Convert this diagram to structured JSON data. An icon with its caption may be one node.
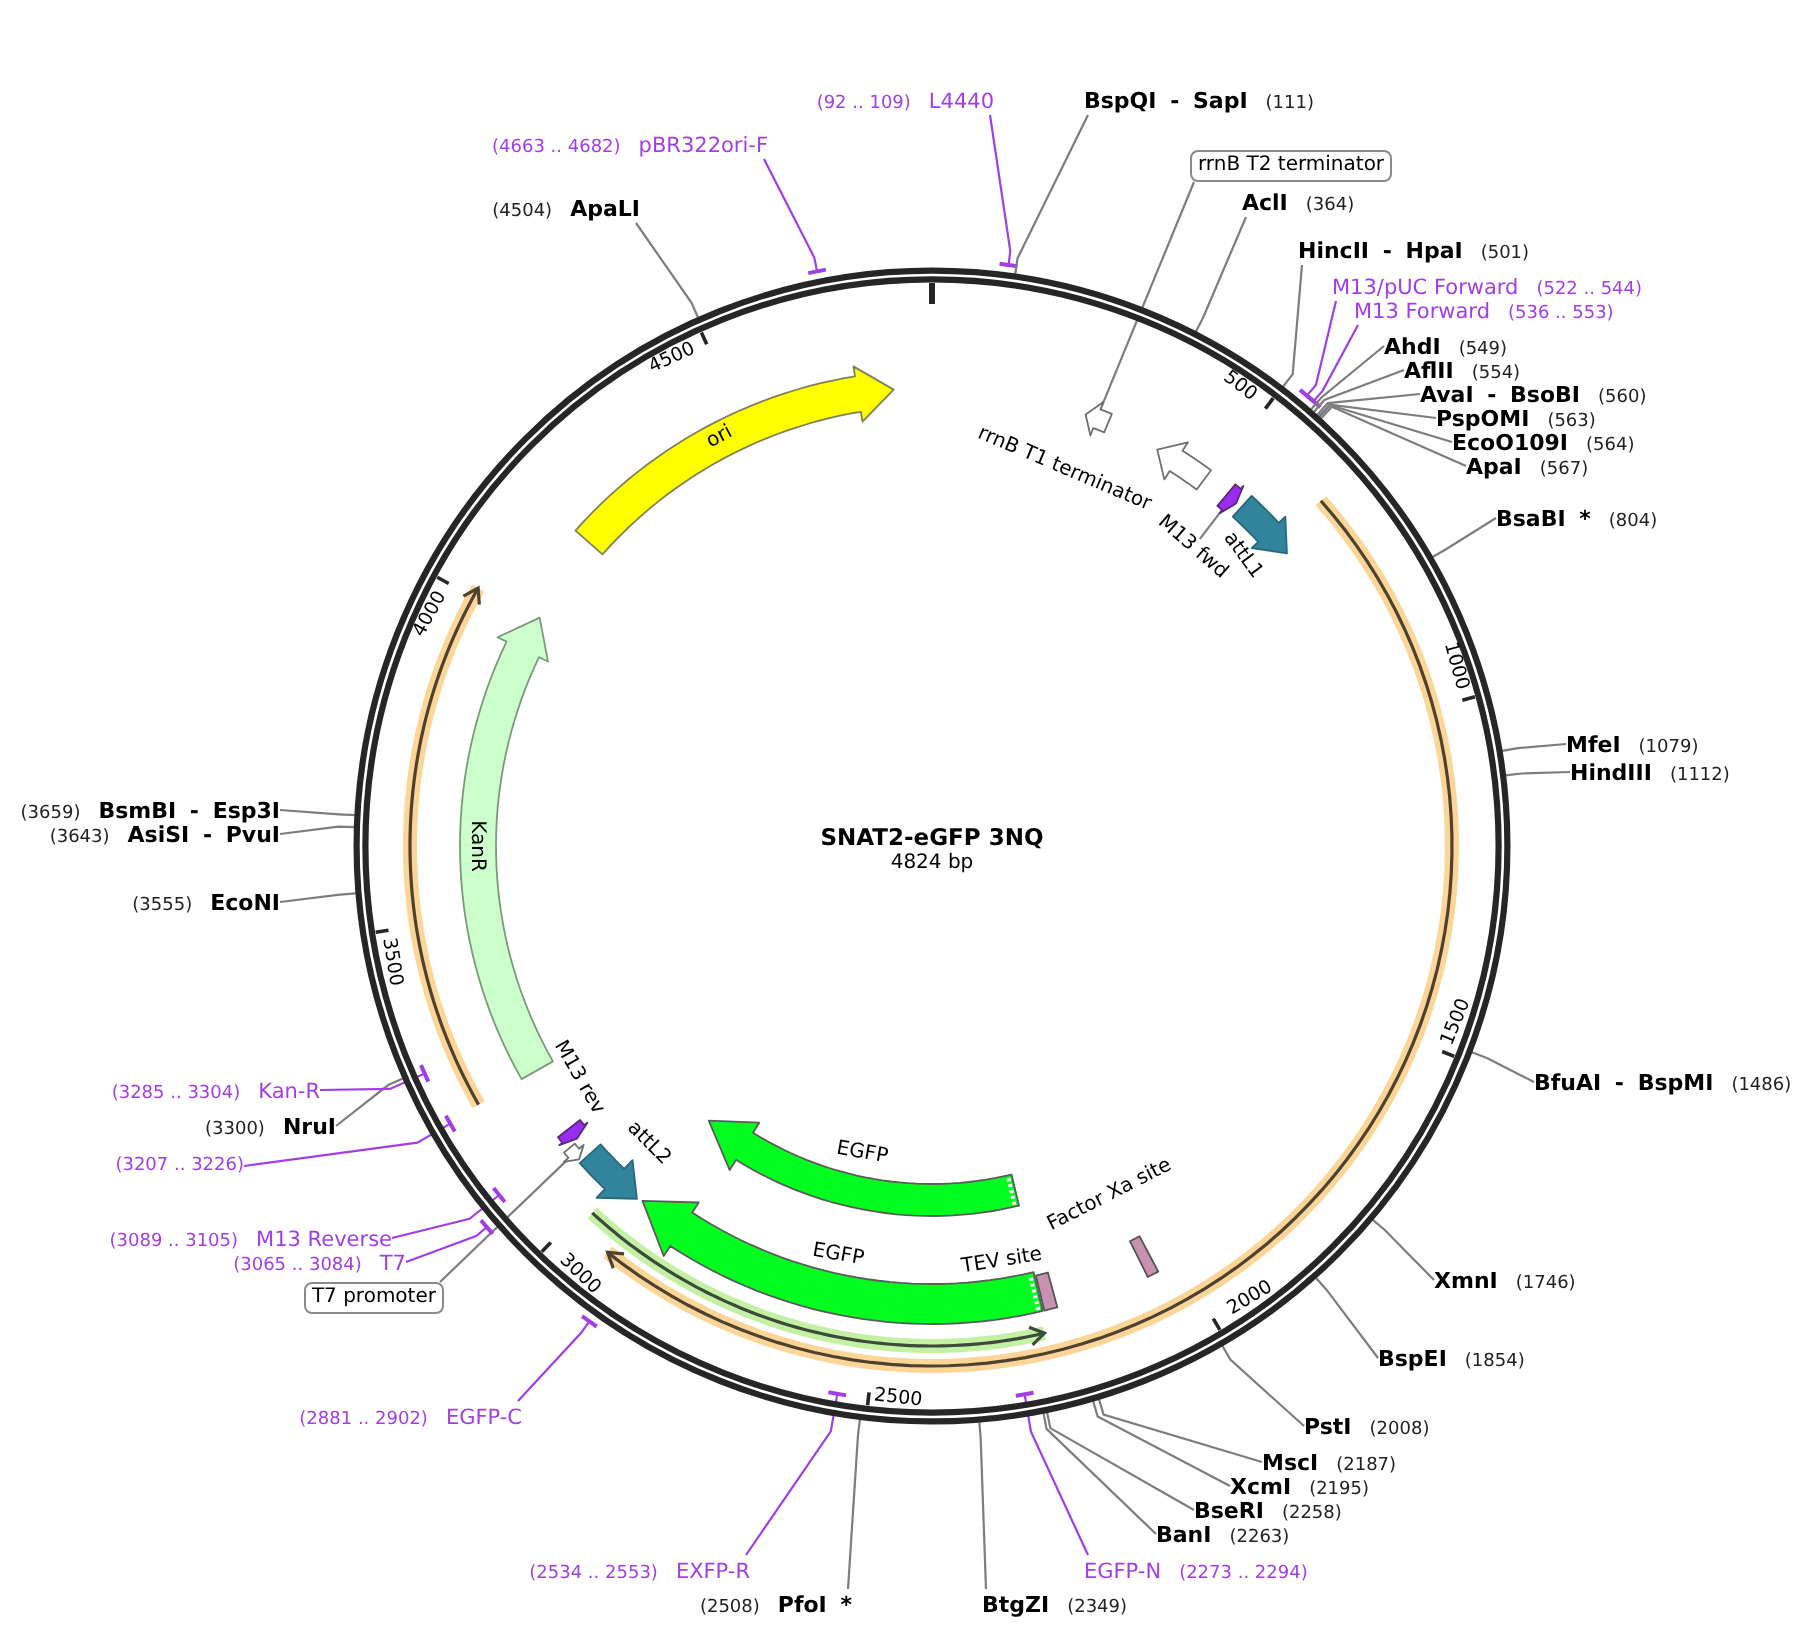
{
  "diagram": {
    "nodes": [
      {
        "text": [
          "SNAT2-eGFP 3NQ",
          "4824 bp"
        ]
      },
      {
        "text": [
          "(92 .. 109)",
          "L4440"
        ]
      },
      {
        "text": [
          "BspQI - SapI",
          "(111)"
        ]
      },
      {
        "text": [
          "rrnB T2 terminator"
        ]
      },
      {
        "text": [
          "AclI",
          "(364)"
        ]
      },
      {
        "text": [
          "HincII - HpaI",
          "(501)"
        ]
      },
      {
        "text": [
          "M13/pUC Forward",
          "(522 .. 544)"
        ]
      },
      {
        "text": [
          "M13 Forward",
          "(536 .. 553)"
        ]
      },
      {
        "text": [
          "AhdI",
          "(549)"
        ]
      },
      {
        "text": [
          "AflII",
          "(554)"
        ]
      },
      {
        "text": [
          "AvaI - BsoBI",
          "(560)"
        ]
      },
      {
        "text": [
          "PspOMI",
          "(563)"
        ]
      },
      {
        "text": [
          "EcoO109I",
          "(564)"
        ]
      },
      {
        "text": [
          "ApaI",
          "(567)"
        ]
      },
      {
        "text": [
          "BsaBI *",
          "(804)"
        ]
      },
      {
        "text": [
          "MfeI",
          "(1079)"
        ]
      },
      {
        "text": [
          "HindIII",
          "(1112)"
        ]
      },
      {
        "text": [
          "BfuAI - BspMI",
          "(1486)"
        ]
      },
      {
        "text": [
          "XmnI",
          "(1746)"
        ]
      },
      {
        "text": [
          "BspEI",
          "(1854)"
        ]
      },
      {
        "text": [
          "PstI",
          "(2008)"
        ]
      },
      {
        "text": [
          "MscI",
          "(2187)"
        ]
      },
      {
        "text": [
          "XcmI",
          "(2195)"
        ]
      },
      {
        "text": [
          "BseRI",
          "(2258)"
        ]
      },
      {
        "text": [
          "BanI",
          "(2263)"
        ]
      },
      {
        "text": [
          "EGFP-N",
          "(2273 .. 2294)"
        ]
      },
      {
        "text": [
          "BtgZI",
          "(2349)"
        ]
      },
      {
        "text": [
          "(2508)",
          "PfoI *"
        ]
      },
      {
        "text": [
          "(2534 .. 2553)",
          "EXFP-R"
        ]
      },
      {
        "text": [
          "(2881 .. 2902)",
          "EGFP-C"
        ]
      },
      {
        "text": [
          "T7 promoter"
        ]
      },
      {
        "text": [
          "(3065 .. 3084)",
          "T7"
        ]
      },
      {
        "text": [
          "(3089 .. 3105)",
          "M13 Reverse"
        ]
      },
      {
        "text": [
          "(3207 .. 3226)"
        ]
      },
      {
        "text": [
          "(3300)",
          "NruI"
        ]
      },
      {
        "text": [
          "(3285 .. 3304)",
          "Kan-R"
        ]
      },
      {
        "text": [
          "(3555)",
          "EcoNI"
        ]
      },
      {
        "text": [
          "(3643)",
          "AsiSI - PvuI"
        ]
      },
      {
        "text": [
          "(3659)",
          "BsmBI - Esp3I"
        ]
      },
      {
        "text": [
          "(4504)",
          "ApaLI"
        ]
      },
      {
        "text": [
          "(4663 .. 4682)",
          "pBR322ori-F"
        ]
      },
      {
        "text": [
          "ori"
        ],
        "in": 0
      },
      {
        "text": [],
        "shape": "arrow",
        "in": 0
      },
      {
        "text": [],
        "shape": "arrow",
        "in": 0,
        "beside": [
          "rrnB T1 terminator"
        ]
      },
      {
        "text": [],
        "shape": "arrow",
        "in": 0
      },
      {
        "text": [
          "M13 fwd"
        ],
        "in": 0
      },
      {
        "text": [],
        "shape": "arrow",
        "in": 0,
        "beside": [
          "attL1"
        ]
      },
      {
        "text": [
          "KanR"
        ],
        "in": 0
      },
      {
        "text": [],
        "shape": "arrow",
        "in": 0,
        "beside": [
          "M13 rev"
        ]
      },
      {
        "text": [],
        "shape": "arrow",
        "in": 0
      },
      {
        "text": [],
        "shape": "arrow",
        "in": 0,
        "beside": [
          "attL2"
        ]
      },
      {
        "text": [],
        "shape": "arrow",
        "in": 0,
        "beside": [
          "EGFP"
        ]
      },
      {
        "text": [],
        "shape": "arrow",
        "in": 0,
        "beside": [
          "EGFP"
        ]
      },
      {
        "text": [],
        "shape": "box",
        "in": 0,
        "beside": [
          "TEV site"
        ]
      },
      {
        "text": [],
        "shape": "box",
        "in": 0,
        "beside": [
          "Factor Xa site"
        ]
      }
    ],
    "edges": [
      {
        "from": 1,
        "to": 0,
        "arrow": "other",
        "color": "#a13ee8"
      },
      {
        "from": 2,
        "to": 0,
        "arrow": "none"
      },
      {
        "from": 3,
        "to": 42,
        "arrow": "none"
      },
      {
        "from": 4,
        "to": 0,
        "arrow": "none"
      },
      {
        "from": 5,
        "to": 0,
        "arrow": "none"
      },
      {
        "from": 6,
        "to": 0,
        "arrow": "other",
        "color": "#a13ee8"
      },
      {
        "from": 7,
        "to": 0,
        "arrow": "other",
        "color": "#a13ee8"
      },
      {
        "from": 8,
        "to": 0,
        "arrow": "none"
      },
      {
        "from": 9,
        "to": 0,
        "arrow": "none"
      },
      {
        "from": 10,
        "to": 0,
        "arrow": "none"
      },
      {
        "from": 11,
        "to": 0,
        "arrow": "none"
      },
      {
        "from": 12,
        "to": 0,
        "arrow": "none"
      },
      {
        "from": 13,
        "to": 0,
        "arrow": "none"
      },
      {
        "from": 14,
        "to": 0,
        "arrow": "none"
      },
      {
        "from": 15,
        "to": 0,
        "arrow": "none"
      },
      {
        "from": 16,
        "to": 0,
        "arrow": "none"
      },
      {
        "from": 17,
        "to": 0,
        "arrow": "none"
      },
      {
        "from": 18,
        "to": 0,
        "arrow": "none"
      },
      {
        "from": 19,
        "to": 0,
        "arrow": "none"
      },
      {
        "from": 20,
        "to": 0,
        "arrow": "none"
      },
      {
        "from": 21,
        "to": 0,
        "arrow": "none"
      },
      {
        "from": 22,
        "to": 0,
        "arrow": "none"
      },
      {
        "from": 23,
        "to": 0,
        "arrow": "none"
      },
      {
        "from": 24,
        "to": 0,
        "arrow": "none"
      },
      {
        "from": 25,
        "to": 0,
        "arrow": "other",
        "color": "#a13ee8"
      },
      {
        "from": 26,
        "to": 0,
        "arrow": "none"
      },
      {
        "from": 27,
        "to": 0,
        "arrow": "none"
      },
      {
        "from": 28,
        "to": 0,
        "arrow": "other",
        "color": "#a13ee8"
      },
      {
        "from": 29,
        "to": 0,
        "arrow": "other",
        "color": "#a13ee8"
      },
      {
        "from": 30,
        "to": 49,
        "arrow": "none"
      },
      {
        "from": 31,
        "to": 0,
        "arrow": "other",
        "color": "#a13ee8"
      },
      {
        "from": 32,
        "to": 0,
        "arrow": "other",
        "color": "#a13ee8"
      },
      {
        "from": 33,
        "to": 0,
        "arrow": "other",
        "color": "#a13ee8"
      },
      {
        "from": 34,
        "to": 0,
        "arrow": "none"
      },
      {
        "from": 35,
        "to": 0,
        "arrow": "other",
        "color": "#a13ee8"
      },
      {
        "from": 36,
        "to": 0,
        "arrow": "none"
      },
      {
        "from": 37,
        "to": 0,
        "arrow": "none"
      },
      {
        "from": 38,
        "to": 0,
        "arrow": "none"
      },
      {
        "from": 39,
        "to": 0,
        "arrow": "none"
      },
      {
        "from": 40,
        "to": 0,
        "arrow": "other",
        "color": "#a13ee8"
      },
      {
        "from": 45,
        "to": 44,
        "arrow": "none"
      }
    ],
    "labels": [
      "500",
      "1000",
      "1500",
      "2000",
      "2500",
      "3000",
      "3500",
      "4000",
      "4500"
    ]
  }
}
